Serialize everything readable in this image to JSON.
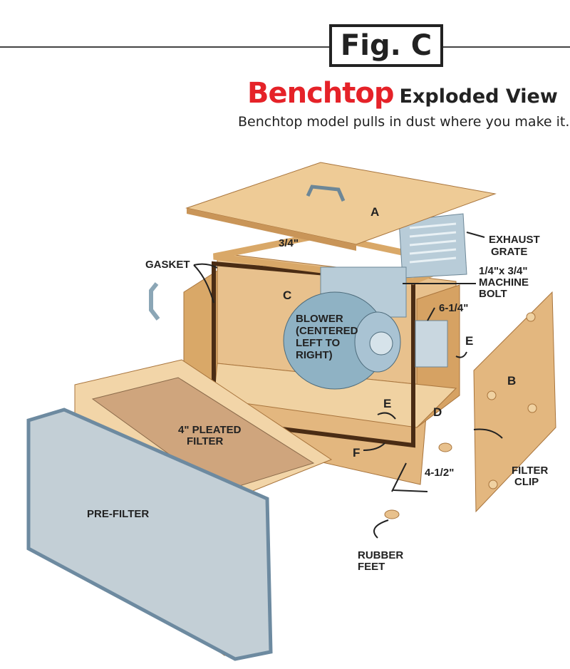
{
  "figure": {
    "label": "Fig. C",
    "title_highlight": "Benchtop",
    "title_rest": "Exploded View",
    "subtitle": "Benchtop model pulls in dust where you make it."
  },
  "parts": {
    "a": "A",
    "b": "B",
    "c": "C",
    "d": "D",
    "e1": "E",
    "e2": "E",
    "f": "F"
  },
  "callouts": {
    "gasket": "GASKET",
    "exhaust_grate": [
      "EXHAUST",
      "GRATE"
    ],
    "machine_bolt": [
      "1/4\"x 3/4\"",
      "MACHINE",
      "BOLT"
    ],
    "blower": [
      "BLOWER",
      "(CENTERED",
      "LEFT TO",
      "RIGHT)"
    ],
    "pleated_filter": [
      "4\" PLEATED",
      "FILTER"
    ],
    "pre_filter": "PRE-FILTER",
    "filter_clip": [
      "FILTER",
      "CLIP"
    ],
    "rubber_feet": [
      "RUBBER",
      "FEET"
    ]
  },
  "dimensions": {
    "gap": "3/4\"",
    "blower_offset": "6-1/4\"",
    "base_overhang": "4-1/2\""
  },
  "colors": {
    "accent_red": "#e52228",
    "wood": "#e8c18d",
    "wood_dark": "#c99558",
    "metal": "#a9c3d3",
    "blower": "#8fb2c4"
  }
}
